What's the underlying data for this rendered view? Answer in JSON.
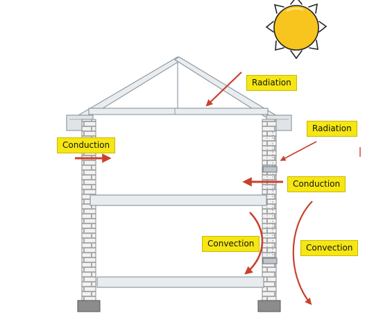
{
  "labels": {
    "radiation_roof": "Radiation",
    "radiation_wall": "Radiation",
    "conduction_left": "Conduction",
    "conduction_right": "Conduction",
    "convection_inside": "Convection",
    "convection_outside": "Convection"
  },
  "colors": {
    "arrow": "#c8412c",
    "label_bg": "#f5e614",
    "sun": "#f7c51e",
    "brick": "#e6e6e6",
    "slab": "#e8ecef"
  },
  "icons": {
    "sun": "sun-icon"
  }
}
